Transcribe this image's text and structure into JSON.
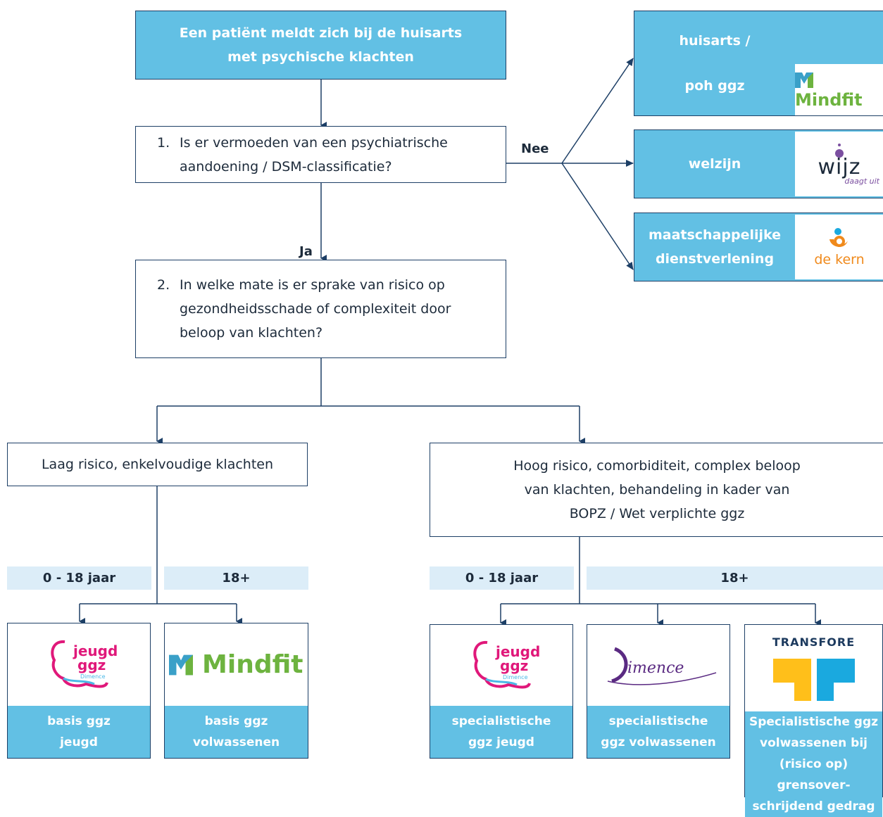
{
  "start": {
    "line1": "Een patiënt meldt zich bij de huisarts",
    "line2": "met psychische klachten"
  },
  "q1": {
    "number": "1.",
    "line1": "Is er vermoeden van een psychiatrische",
    "line2": "aandoening / DSM-classificatie?"
  },
  "q2": {
    "number": "2.",
    "line1": "In welke mate is er sprake van risico op",
    "line2": "gezondheidsschade of complexiteit door",
    "line3": "beloop van klachten?"
  },
  "labels": {
    "no": "Nee",
    "yes": "Ja"
  },
  "side": [
    {
      "line1": "huisarts /",
      "line2": "poh ggz",
      "logo": "Mindfit"
    },
    {
      "line1": "welzijn",
      "logo_main": "wijz",
      "logo_sub": "daagt uit"
    },
    {
      "line1": "maatschappelijke",
      "line2": "dienstverlening",
      "logo": "de kern"
    }
  ],
  "low": {
    "text": "Laag risico, enkelvoudige klachten"
  },
  "high": {
    "line1": "Hoog risico, comorbiditeit, complex beloop",
    "line2": "van klachten, behandeling in kader van",
    "line3": "BOPZ / Wet verplichte ggz"
  },
  "ages": {
    "left_young": "0 - 18 jaar",
    "left_adult": "18+",
    "right_young": "0 - 18 jaar",
    "right_adult": "18+"
  },
  "cards": [
    {
      "line1": "basis ggz",
      "line2": "jeugd",
      "logo": "jeugd ggz",
      "logo_sub": "Dimence"
    },
    {
      "line1": "basis ggz",
      "line2": "volwassenen",
      "logo": "Mindfit"
    },
    {
      "line1": "specialistische",
      "line2": "ggz jeugd",
      "logo": "jeugd ggz",
      "logo_sub": "Dimence"
    },
    {
      "line1": "specialistische",
      "line2": "ggz volwassenen",
      "logo": "Dimence"
    },
    {
      "line1": "Specialistische ggz",
      "line2": "volwassenen bij",
      "line3": "(risico op) grensover-",
      "line4": "schrijdend gedrag",
      "logo": "TRANSFORE"
    }
  ],
  "colors": {
    "box_blue": "#62c0e4",
    "line": "#1d3f66",
    "age_band": "#dcedf8",
    "mindfit_green": "#6db33f",
    "jeugd_pink": "#e0187a",
    "wijz_purple": "#7b4fa0",
    "dekern_orange": "#f08a1c",
    "dimence_purple": "#5a2a82",
    "transfore_yellow": "#ffbf1a",
    "transfore_blue": "#1aa9df"
  }
}
